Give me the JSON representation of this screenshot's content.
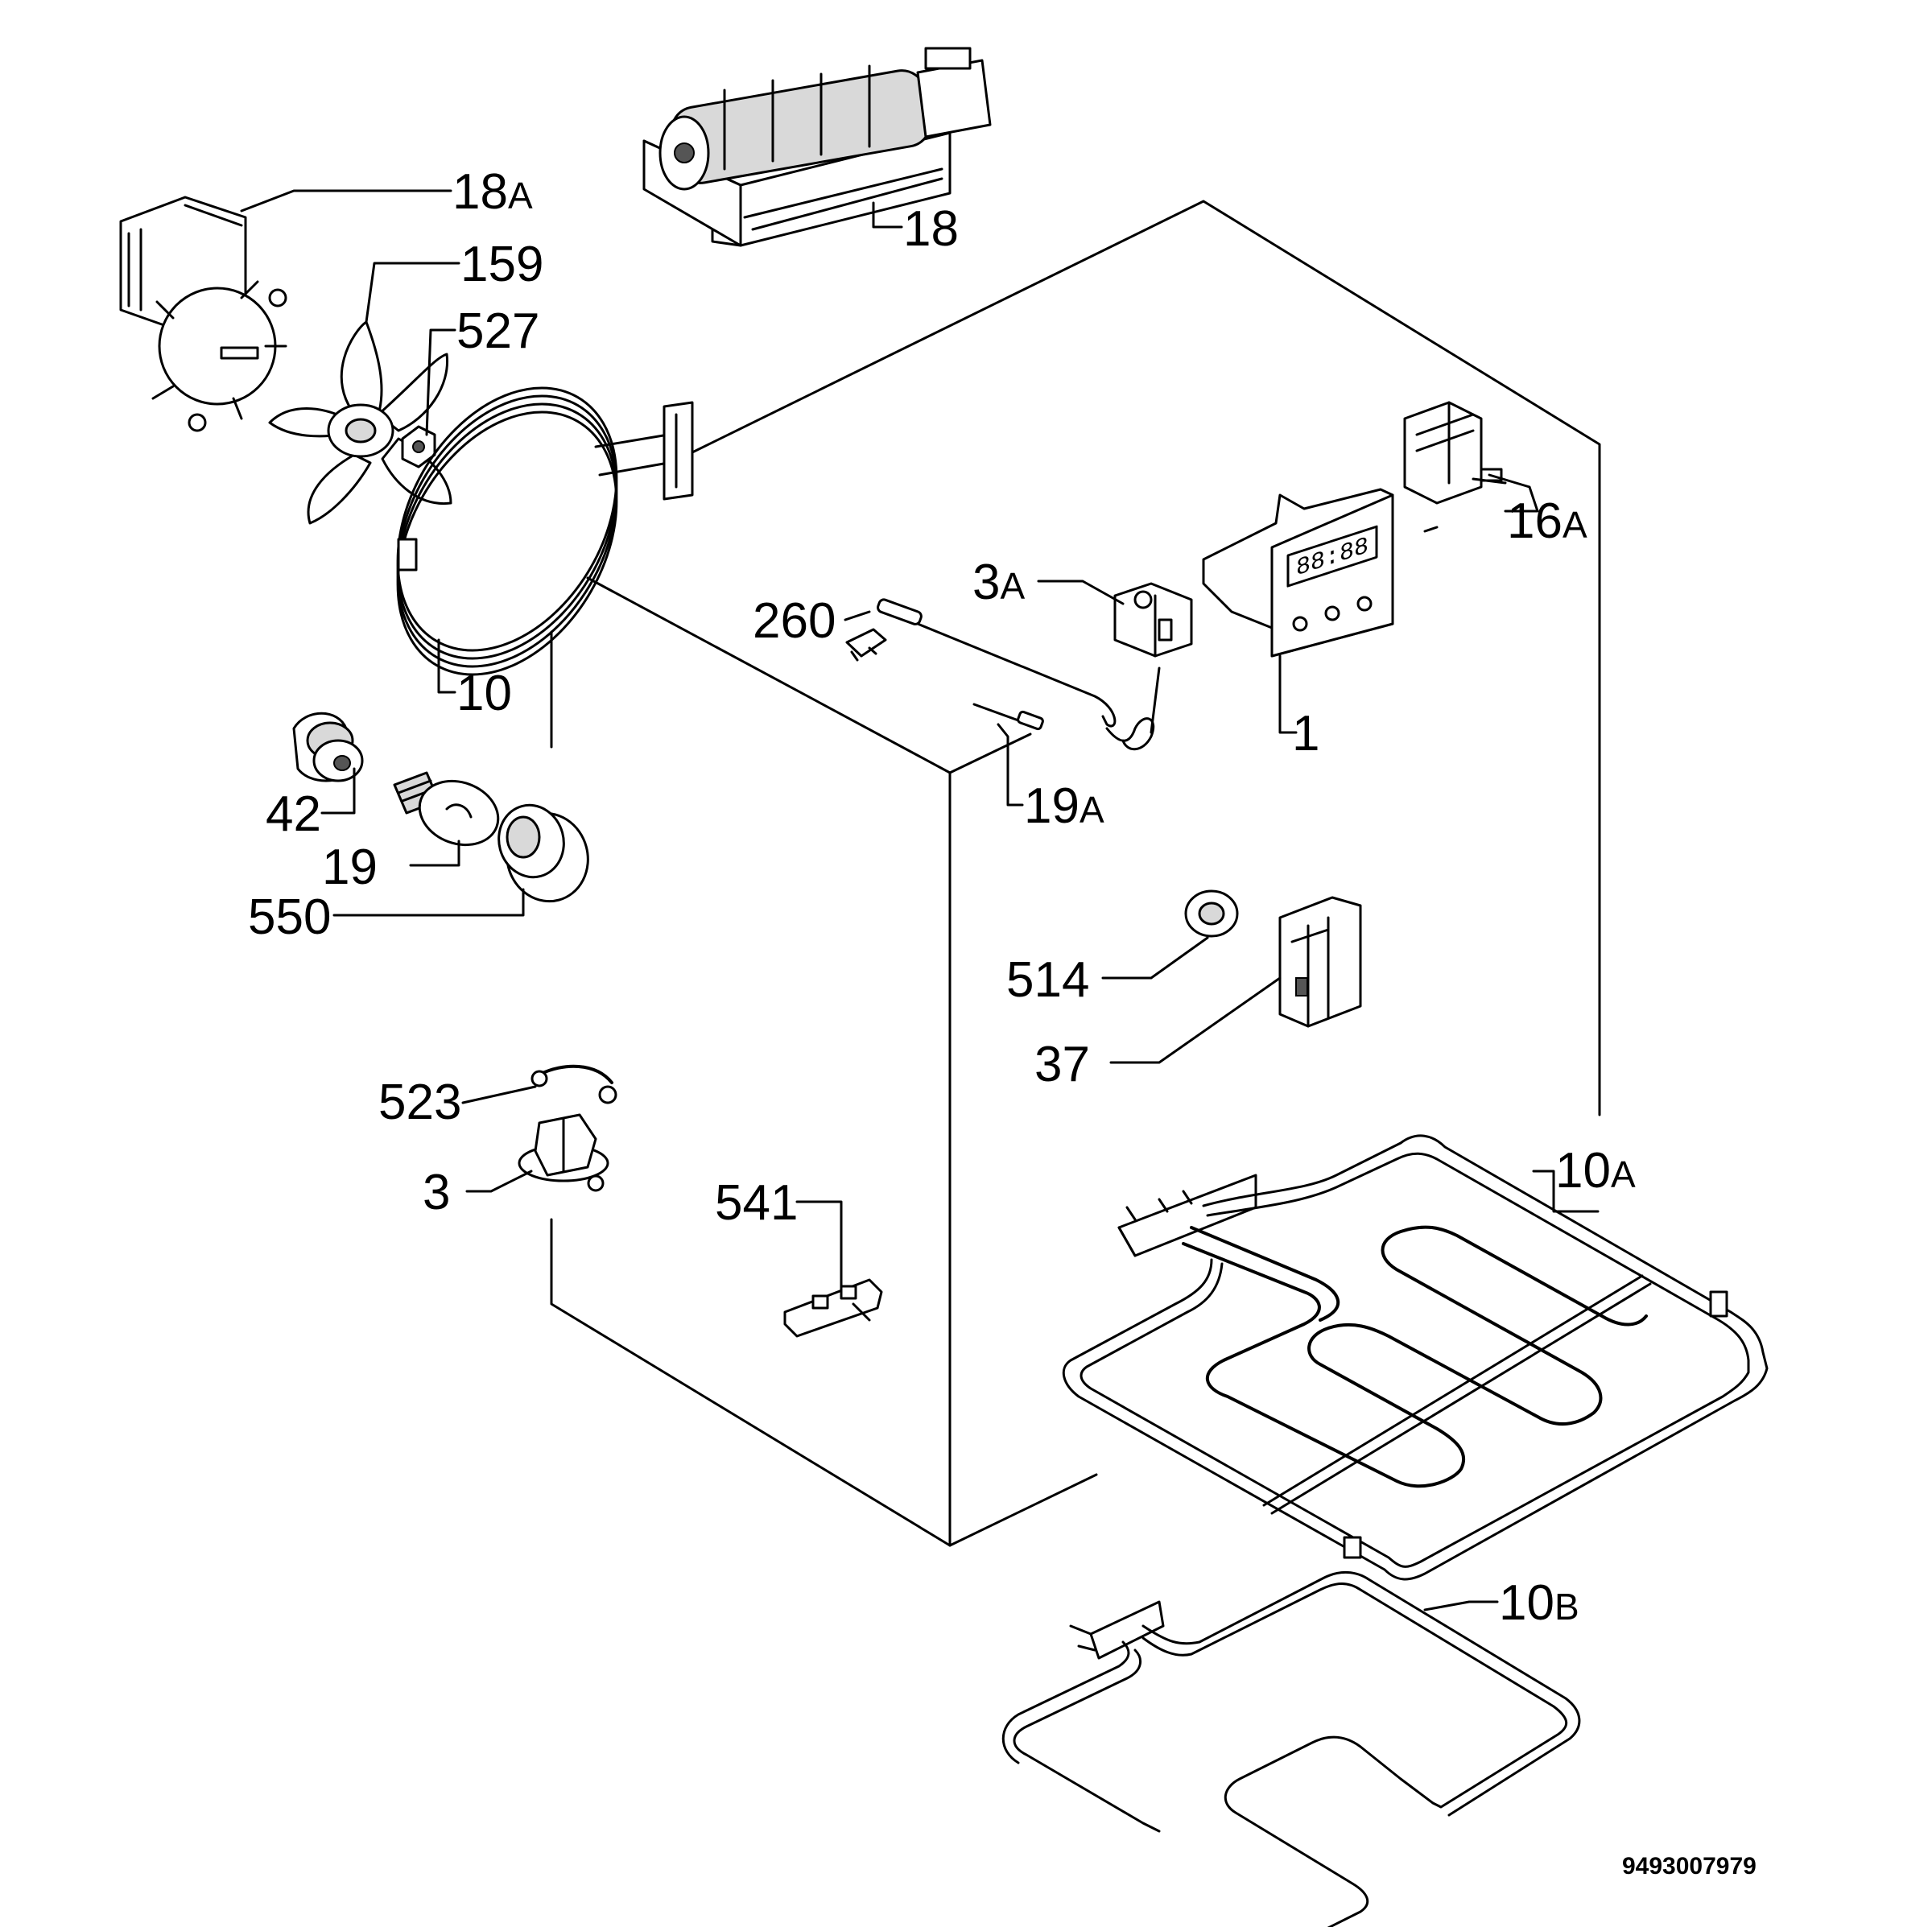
{
  "labels": {
    "l18a": {
      "num": "18",
      "suffix": "A"
    },
    "l18": {
      "num": "18",
      "suffix": ""
    },
    "l159": {
      "num": "159",
      "suffix": ""
    },
    "l527": {
      "num": "527",
      "suffix": ""
    },
    "l10": {
      "num": "10",
      "suffix": ""
    },
    "l260": {
      "num": "260",
      "suffix": ""
    },
    "l3a": {
      "num": "3",
      "suffix": "A"
    },
    "l16a": {
      "num": "16",
      "suffix": "A"
    },
    "l1": {
      "num": "1",
      "suffix": ""
    },
    "l19a": {
      "num": "19",
      "suffix": "A"
    },
    "l42": {
      "num": "42",
      "suffix": ""
    },
    "l19": {
      "num": "19",
      "suffix": ""
    },
    "l550": {
      "num": "550",
      "suffix": ""
    },
    "l514": {
      "num": "514",
      "suffix": ""
    },
    "l37": {
      "num": "37",
      "suffix": ""
    },
    "l523": {
      "num": "523",
      "suffix": ""
    },
    "l3": {
      "num": "3",
      "suffix": ""
    },
    "l541": {
      "num": "541",
      "suffix": ""
    },
    "l10a": {
      "num": "10",
      "suffix": "A"
    },
    "l10b": {
      "num": "10",
      "suffix": "B"
    }
  },
  "document_number": "9493007979"
}
